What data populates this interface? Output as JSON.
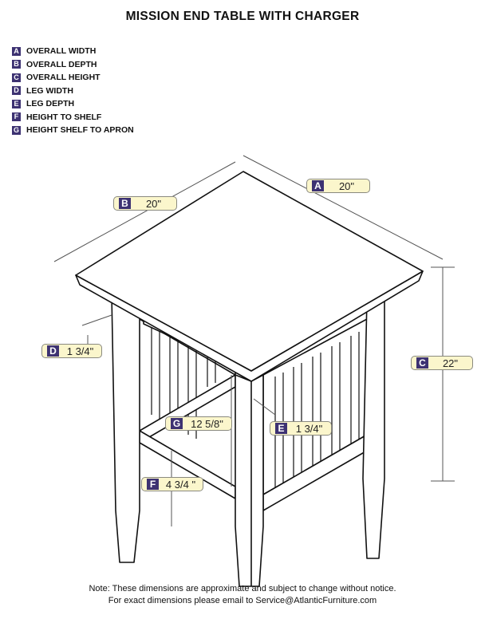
{
  "title": "MISSION END TABLE WITH CHARGER",
  "legend": [
    {
      "letter": "A",
      "label": "OVERALL WIDTH"
    },
    {
      "letter": "B",
      "label": "OVERALL DEPTH"
    },
    {
      "letter": "C",
      "label": "OVERALL HEIGHT"
    },
    {
      "letter": "D",
      "label": "LEG WIDTH"
    },
    {
      "letter": "E",
      "label": "LEG DEPTH"
    },
    {
      "letter": "F",
      "label": "HEIGHT TO SHELF"
    },
    {
      "letter": "G",
      "label": "HEIGHT SHELF TO APRON"
    }
  ],
  "dimensions": {
    "A": {
      "letter": "A",
      "value": "20\""
    },
    "B": {
      "letter": "B",
      "value": "20\""
    },
    "C": {
      "letter": "C",
      "value": "22\""
    },
    "D": {
      "letter": "D",
      "value": "1 3/4\""
    },
    "E": {
      "letter": "E",
      "value": "1 3/4\""
    },
    "F": {
      "letter": "F",
      "value": "4 3/4 \""
    },
    "G": {
      "letter": "G",
      "value": "12 5/8\""
    }
  },
  "note": {
    "line1": "Note: These dimensions are approximate and subject to change without notice.",
    "line2": "For exact dimensions please email to Service@AtlanticFurniture.com"
  },
  "colors": {
    "label_bg": "#fbf6cc",
    "letter_bg": "#3d3272"
  }
}
